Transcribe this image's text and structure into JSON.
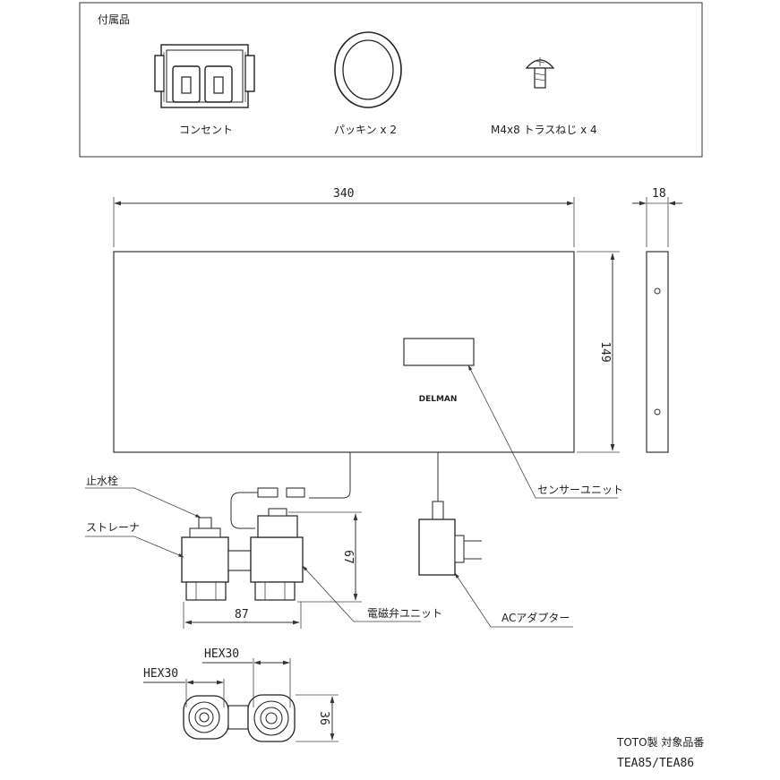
{
  "accessories": {
    "title": "付属品",
    "outlet_label": "コンセント",
    "gasket_label": "パッキン x 2",
    "screw_label": "M4x8 トラスねじ x 4"
  },
  "dimensions": {
    "width": "340",
    "depth": "18",
    "height": "149",
    "valve_height": "67",
    "valve_width": "87",
    "hex_a": "HEX30",
    "hex_b": "HEX30",
    "bottom_height": "36"
  },
  "parts": {
    "brand": "DELMAN",
    "sensor_unit": "センサーユニット",
    "stop_valve": "止水栓",
    "strainer": "ストレーナ",
    "solenoid_unit": "電磁弁ユニット",
    "ac_adapter": "ACアダプター"
  },
  "footer": {
    "maker": "TOTO製 対象品番",
    "models": "TEA85/TEA86"
  }
}
